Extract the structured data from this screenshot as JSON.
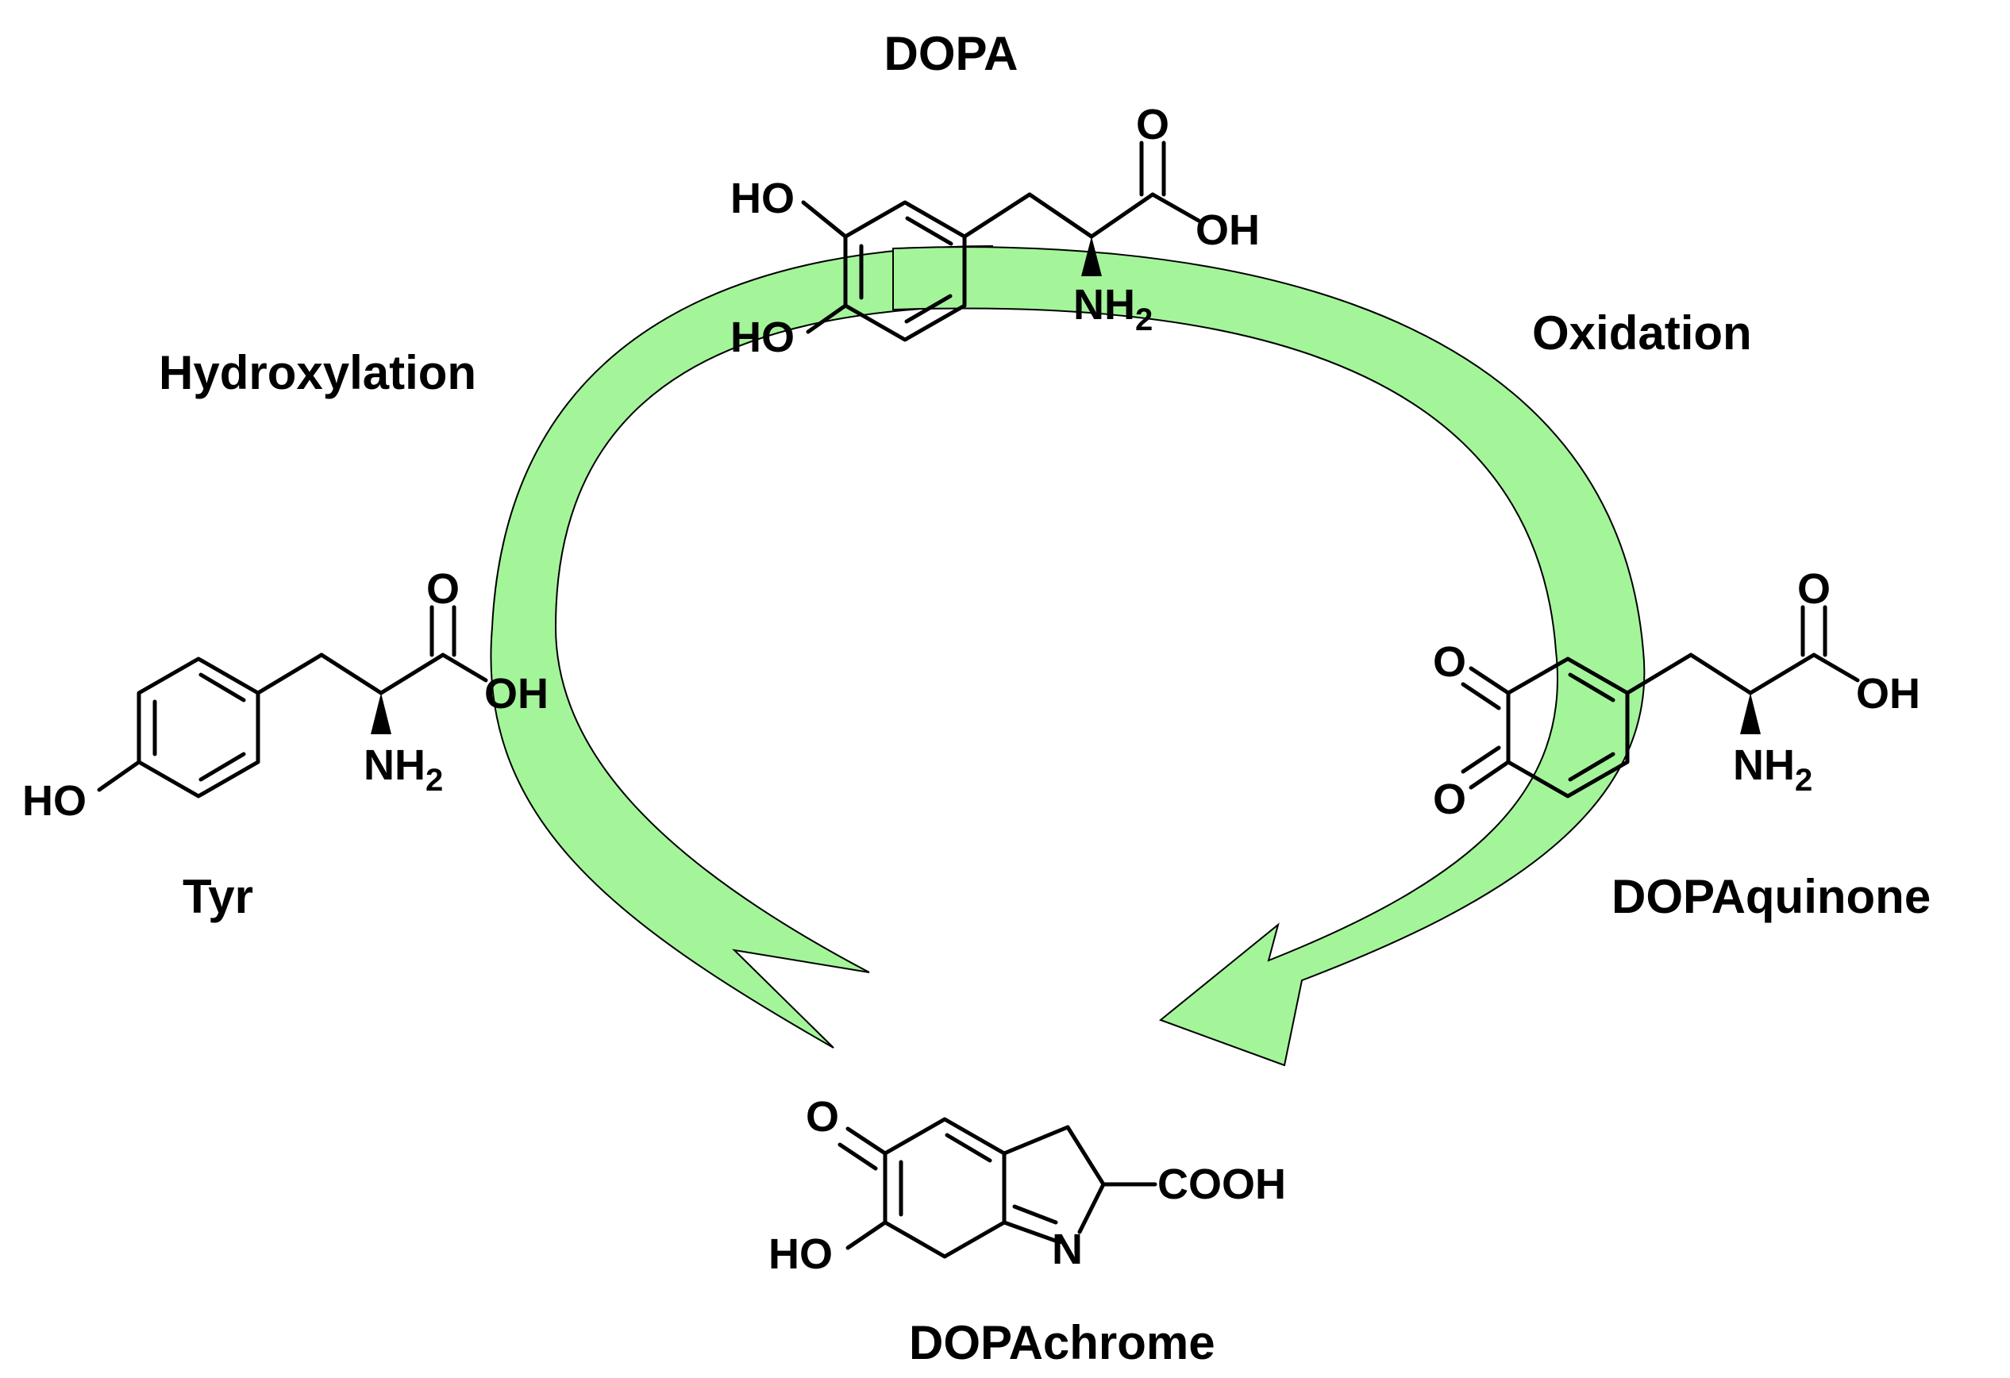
{
  "colors": {
    "arrow_fill": "#a4f59a",
    "ink": "#000000",
    "background": "#ffffff"
  },
  "labels": {
    "dopa": "DOPA",
    "hydroxylation": "Hydroxylation",
    "oxidation": "Oxidation",
    "tyr": "Tyr",
    "dopaquinone": "DOPAquinone",
    "dopachrome": "DOPAchrome"
  },
  "atoms": {
    "tyr": {
      "o": "O",
      "oh": "OH",
      "ho": "HO",
      "nh": "NH",
      "sub2": "2"
    },
    "dopa": {
      "o": "O",
      "oh": "OH",
      "ho_top": "HO",
      "ho_bottom": "HO",
      "nh": "NH",
      "sub2": "2"
    },
    "dopaquinone": {
      "o": "O",
      "oh": "OH",
      "o_top": "O",
      "o_bottom": "O",
      "nh": "NH",
      "sub2": "2"
    },
    "dopachrome": {
      "o": "O",
      "cooh": "COOH",
      "ho": "HO",
      "n": "N"
    }
  }
}
